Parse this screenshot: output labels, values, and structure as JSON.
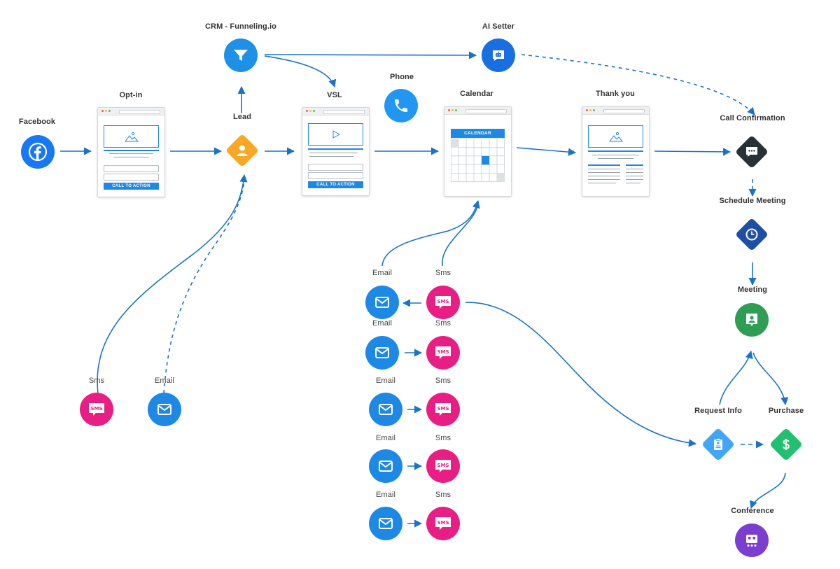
{
  "labels": {
    "facebook": "Facebook",
    "optin": "Opt-in",
    "crm": "CRM - Funneling.io",
    "lead": "Lead",
    "vsl": "VSL",
    "phone": "Phone",
    "ai_setter": "AI Setter",
    "calendar": "Calendar",
    "thank_you": "Thank you",
    "call_confirmation": "Call Confirmation",
    "schedule_meeting": "Schedule Meeting",
    "meeting": "Meeting",
    "request_info": "Request Info",
    "purchase": "Purchase",
    "conference": "Conference",
    "sms_left": "Sms",
    "email_left": "Email",
    "email_r1": "Email",
    "sms_r1": "Sms",
    "email_r2": "Email",
    "sms_r2": "Sms",
    "email_r3": "Email",
    "sms_r3": "Sms",
    "email_r4": "Email",
    "sms_r4": "Sms",
    "email_r5": "Email",
    "sms_r5": "Sms"
  },
  "pages": {
    "optin_cta": "CALL TO ACTION",
    "vsl_cta": "CALL TO ACTION",
    "calendar_header": "CALENDAR"
  },
  "icons": {
    "sms_text": "SMS"
  },
  "colors": {
    "line": "#1a73c9",
    "facebook": "#1877f2",
    "email": "#1e88e5",
    "sms": "#e91e84",
    "lead": "#f9a825",
    "crm": "#1e90e6",
    "ai_setter": "#1a6fe0",
    "phone": "#2196f3",
    "call_confirmation": "#263238",
    "schedule_meeting": "#1e4fa3",
    "meeting": "#2e9e55",
    "request_info": "#42a5f5",
    "purchase": "#20c070",
    "conference": "#7b3fd0"
  }
}
